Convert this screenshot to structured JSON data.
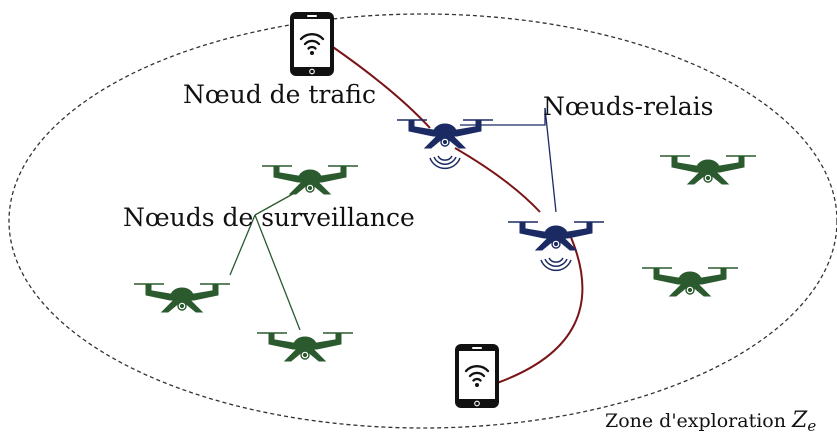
{
  "labels": {
    "traffic_node": "Nœud de trafic",
    "relay_nodes": "Nœuds-relais",
    "surveillance_nodes": "Nœuds de surveillance",
    "zone_prefix": "Zone d'exploration ",
    "zone_symbol": "Z",
    "zone_subscript": "e"
  },
  "icons": {
    "phone": "smartphone-wifi-icon",
    "relay_drone": "relay-drone-icon",
    "surveillance_drone": "surveillance-drone-icon"
  },
  "colors": {
    "relay_drone": "#1b2a63",
    "surveillance_drone": "#2b5a2e",
    "traffic_link": "#7a1416",
    "relay_link": "#1b2a63",
    "surveillance_link": "#2b5a2e",
    "zone_border": "#333333",
    "phone": "#111111"
  }
}
